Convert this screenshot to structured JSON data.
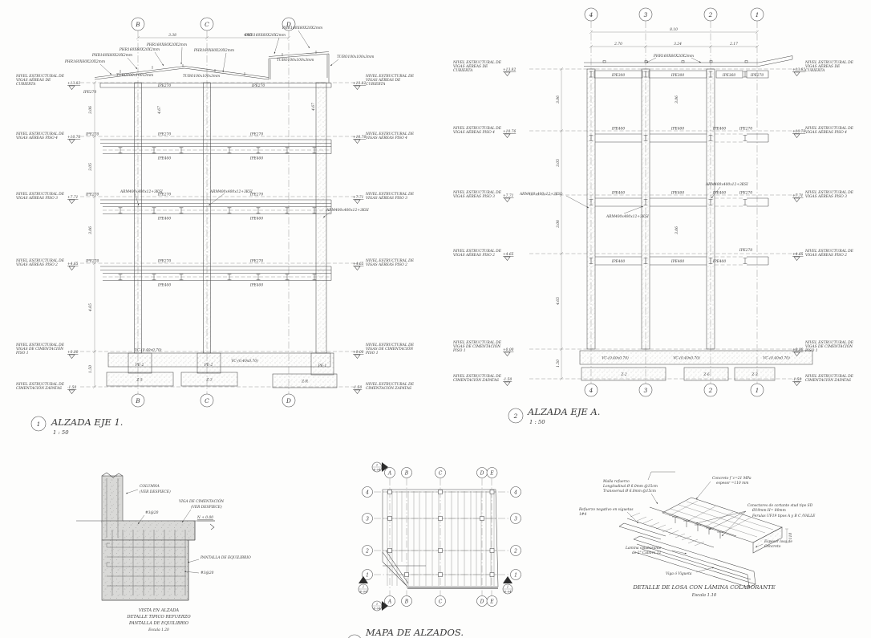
{
  "palette": {
    "ink": "#3a3a3a",
    "line": "#4a4a4a",
    "concrete": "#d9d9d7"
  },
  "levels": {
    "l1": "NIVEL ESTRUCTURAL DE",
    "cub2": "VIGAS AÉREAS DE",
    "cub3": "CUBIERTA",
    "cub_v": "+13.82",
    "p4": "VIGAS AÉREAS PISO 4",
    "p4_v": "+10.76",
    "p3": "VIGAS AÉREAS PISO 3",
    "p3_v": "+7.71",
    "p2": "VIGAS AÉREAS PISO 2",
    "p2_v": "+4.65",
    "p1a": "VIGAS DE CIMENTACIÓN",
    "p1b": "PISO 1",
    "p1_v": "+0.00",
    "zap": "CIMENTACIÓN ZAPATAS",
    "zap_v": "-1.50"
  },
  "eje1": {
    "num": "1",
    "title": "ALZADA EJE 1.",
    "scale": "1 : 50",
    "grids": [
      "B",
      "C",
      "D"
    ],
    "dim_bc": "3.38",
    "dim_cd": "4.05",
    "vdims": [
      "3.06",
      "3.05",
      "3.06",
      "4.65",
      "1.50"
    ],
    "idim": "4.67",
    "phr": "PHR160X60X20X2mm",
    "tubo": "TUBO100x100x3mm",
    "ipe270": "IPE270",
    "ipe400": "IPE400",
    "arm": "ARM400x400x12+3KSI",
    "vc": "VC-(0.40x0.70)",
    "pe2": "PE-2",
    "pe1": "PE-1",
    "z5": "Z-5",
    "z3": "Z-3",
    "zr": "Z-R"
  },
  "ejea": {
    "num": "2",
    "title": "ALZADA EJE A.",
    "scale": "1 : 50",
    "grids": [
      "4",
      "3",
      "2",
      "1"
    ],
    "dim_total": "8.10",
    "dims": [
      "2.70",
      "3.24",
      "2.17"
    ],
    "vdims": [
      "3.06",
      "3.05",
      "3.06",
      "4.65",
      "1.50"
    ],
    "phr": "PHR160X60X20X2mm",
    "ipe300": "IPE300",
    "ipe360": "IPE360",
    "ipe270": "IPE270",
    "ipe400": "IPE400",
    "arm": "ARM400x400x12+3KSI",
    "vc": "VC-(0.40x0.70)",
    "z2": "Z-2",
    "z6": "Z-6",
    "z3": "Z-3"
  },
  "pantalla": {
    "columna1": "COLUMNA",
    "columna2": "(VER DESPIECE)",
    "viga1": "VIGA DE CIMENTACIÓN",
    "viga2": "(VER DESPIECE)",
    "nivel": "N + 0.00",
    "rebar": "#3@20",
    "muro": "PANTALLA DE EQUILIBRIO",
    "cap1": "VISTA EN ALZADA",
    "cap2": "DETALLE TIPICO REFUERZO",
    "cap3": "PANTALLA DE EQUILIBRIO",
    "cap4": "Escala 1.20"
  },
  "mapa": {
    "title": "MAPA DE ALZADOS.",
    "cols": [
      "A",
      "B",
      "C",
      "D",
      "E"
    ],
    "rows": [
      "4",
      "3",
      "2",
      "1"
    ],
    "m2": "2",
    "m1": "1",
    "sheet": "E-04"
  },
  "losa": {
    "title": "DETALLE DE LOSA CON LÁMINA COLABORANTE",
    "scale": "Escala 1.10",
    "malla1": "Malla refuerzo",
    "malla2": "Longitudinal Ø 6.0mm @15cm",
    "malla3": "Transversal Ø 6.0mm @15cm",
    "conc1": "Concreto f´c=21 MPa",
    "conc2": "espesor =110 mm",
    "neg1": "Refuerzo negativo en viguetas",
    "neg2": "1#4",
    "con1": "Conectores de cortante stud tipo SD",
    "con2": "Ø19mm H= 80mm",
    "con3": "Ferulas UF19 tipos A y B C /VALLE",
    "lam1": "Lamina colaborante",
    "lam2": "de 2\" Calibre 22",
    "esp1": "Espesor losa de",
    "esp2": "Concreto",
    "viga": "Viga ó Vigueta",
    "dim": "110"
  }
}
